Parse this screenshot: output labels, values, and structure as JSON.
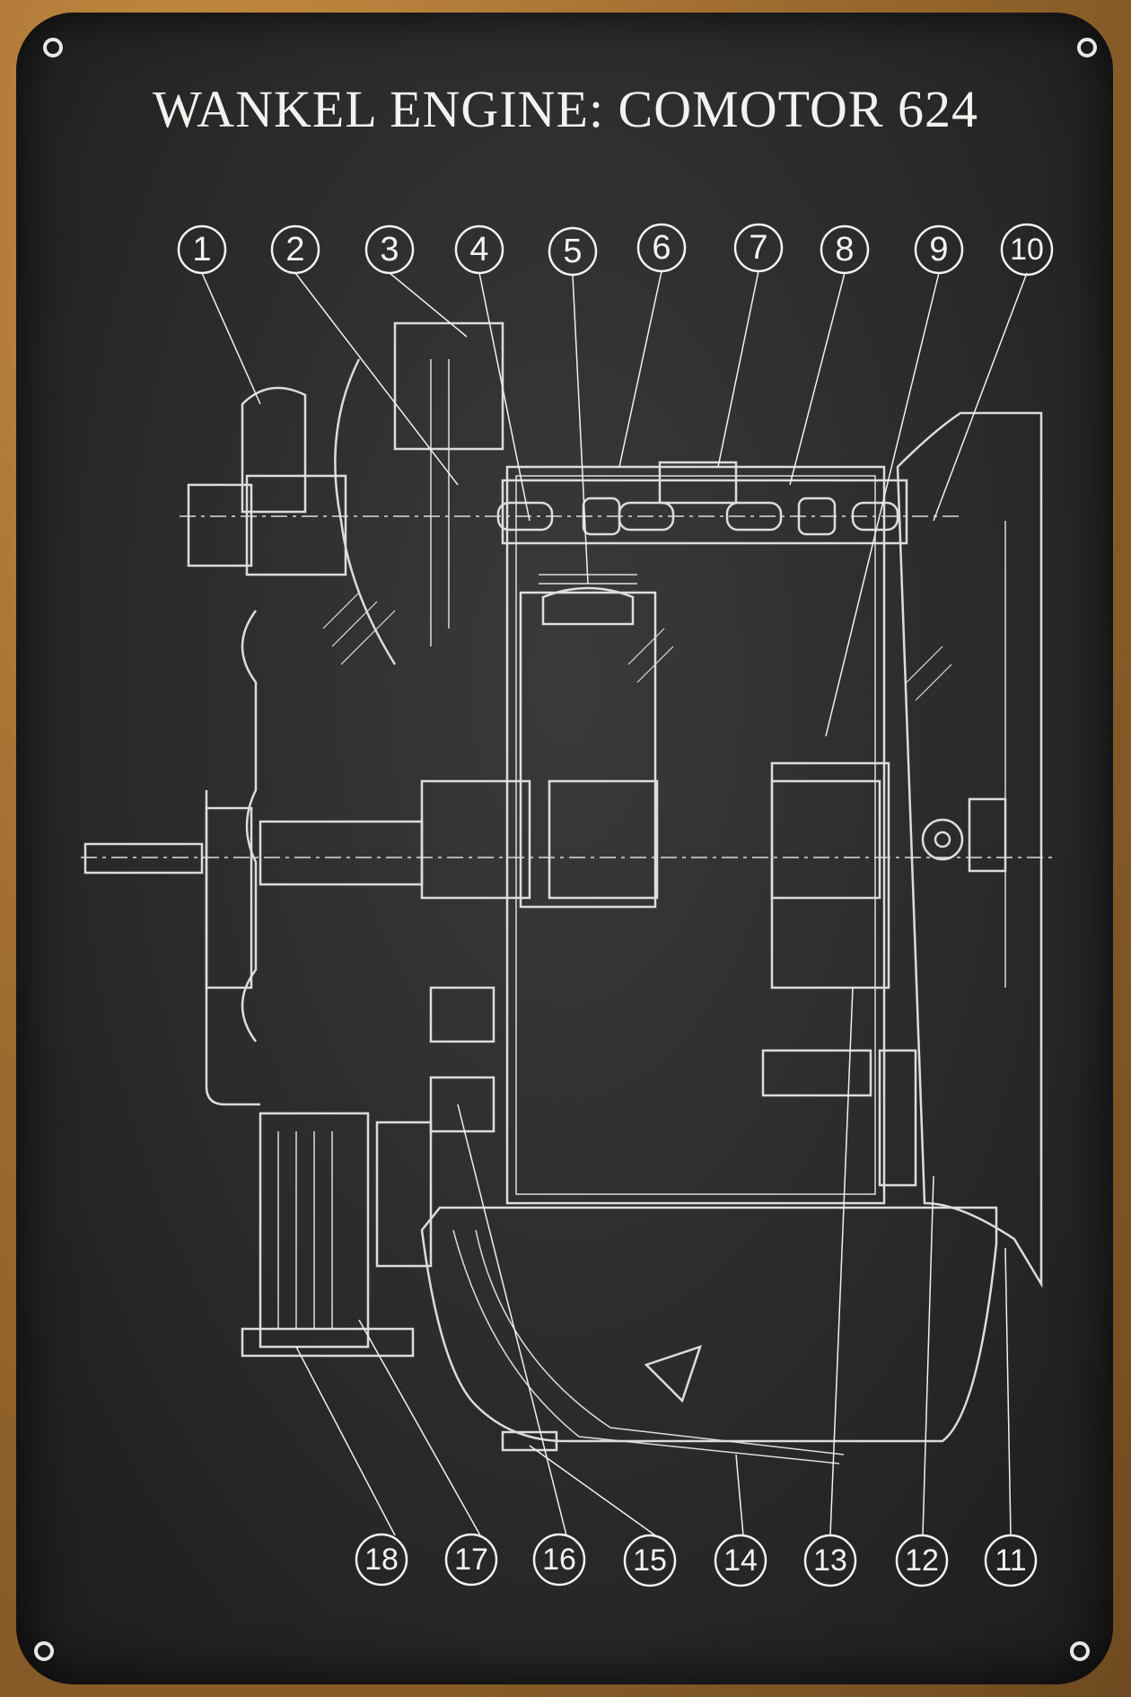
{
  "title": "WANKEL ENGINE: COMOTOR 624",
  "callouts_top": [
    "1",
    "2",
    "3",
    "4",
    "5",
    "6",
    "7",
    "8",
    "9",
    "10"
  ],
  "callouts_bottom": [
    "18",
    "17",
    "16",
    "15",
    "14",
    "13",
    "12",
    "11"
  ],
  "colors": {
    "board": "#2a2a2a",
    "line": "#f0f0ec",
    "rust": "#b07a3a"
  }
}
